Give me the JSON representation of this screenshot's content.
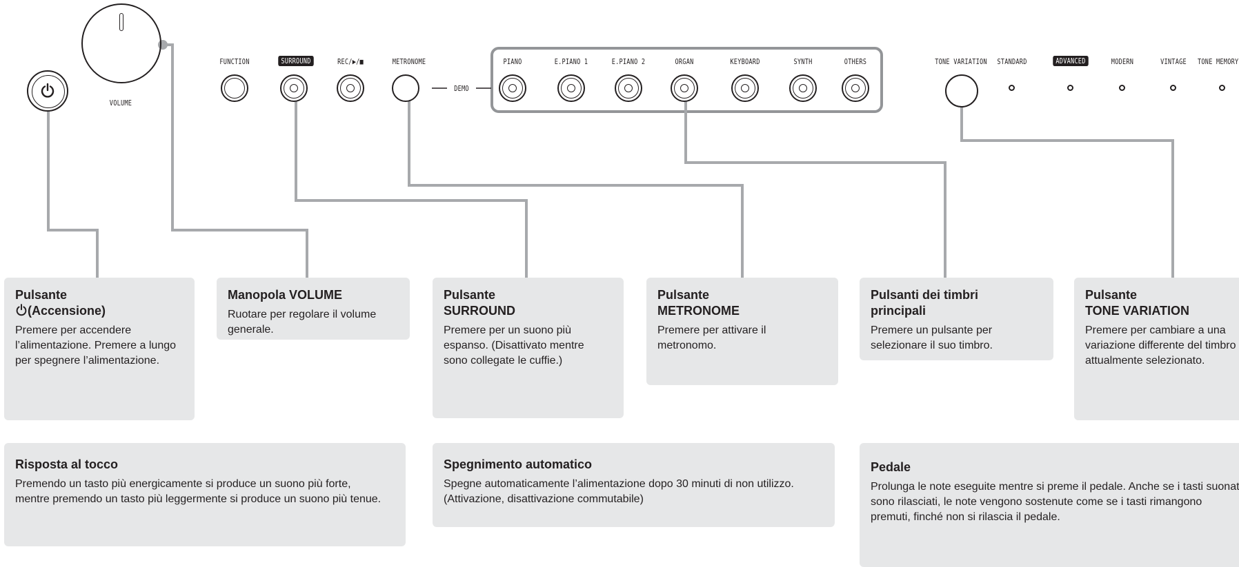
{
  "panel": {
    "volume_label": "VOLUME",
    "function_label": "FUNCTION",
    "surround_label": "SURROUND",
    "rec_label": "REC/▶/■",
    "metronome_label": "METRONOME",
    "demo_label": "DEMO",
    "tone_buttons": [
      "PIANO",
      "E.PIANO 1",
      "E.PIANO 2",
      "ORGAN",
      "KEYBOARD",
      "SYNTH",
      "OTHERS"
    ],
    "tone_variation_label": "TONE VARIATION",
    "variation_modes": [
      "STANDARD",
      "ADVANCED",
      "MODERN",
      "VINTAGE",
      "TONE MEMORY"
    ],
    "highlighted_variation": "ADVANCED"
  },
  "callouts": {
    "power": {
      "title_1": "Pulsante",
      "title_2": "(Accensione)",
      "body": "Premere per accendere l’alimentazione. Premere a lungo per spegnere l’alimentazione."
    },
    "volume": {
      "title": "Manopola VOLUME",
      "body": "Ruotare per regolare il volume generale."
    },
    "surround": {
      "title_1": "Pulsante",
      "title_2": "SURROUND",
      "body": "Premere per un suono più espanso. (Disattivato mentre sono collegate le cuffie.)"
    },
    "metronome": {
      "title_1": "Pulsante",
      "title_2": "METRONOME",
      "body": "Premere per attivare il metronomo."
    },
    "tones": {
      "title_1": "Pulsanti dei timbri",
      "title_2": "principali",
      "body": "Premere un pulsante per selezionare il suo timbro."
    },
    "tone_variation": {
      "title_1": "Pulsante",
      "title_2": "TONE VARIATION",
      "body": "Premere per cambiare a una variazione differente del timbro attualmente selezionato."
    }
  },
  "info": {
    "touch": {
      "title": "Risposta al tocco",
      "body": "Premendo un tasto più energicamente si produce un suono più forte, mentre premendo un tasto più leggermente si produce un suono più tenue."
    },
    "auto_off": {
      "title": "Spegnimento automatico",
      "body": "Spegne automaticamente l’alimentazione dopo 30 minuti di non utilizzo. (Attivazione, disattivazione commutabile)"
    },
    "pedal": {
      "title": "Pedale",
      "body": "Prolunga le note eseguite mentre si preme il pedale. Anche se i tasti suonati sono rilasciati, le note vengono sostenute come se i tasti rimangono premuti, finché non si rilascia il pedale."
    }
  },
  "colors": {
    "ink": "#231f20",
    "leader": "#a7a9ac",
    "box": "#e6e7e8",
    "frame": "#939598"
  }
}
